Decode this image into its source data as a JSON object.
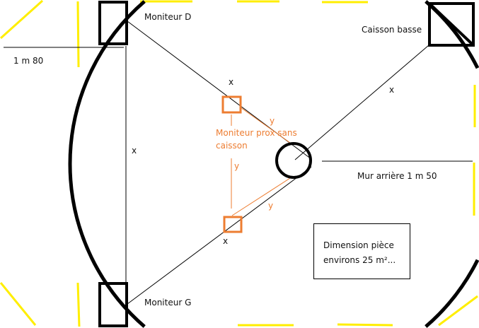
{
  "labels": {
    "monitor_right": "Moniteur D",
    "monitor_left": "Moniteur G",
    "subwoofer": "Caisson basse",
    "side_distance": "1 m 80",
    "rear_wall": "Mur arrière 1 m 50",
    "near_monitor_line1": "Moniteur prox sans",
    "near_monitor_line2": "caisson",
    "x_mark": "x",
    "y_mark": "y"
  },
  "note": {
    "line1": "Dimension pièce",
    "line2": "environs 25 m²..."
  },
  "colors": {
    "outline": "#000000",
    "near_monitor": "#ed7d31",
    "dash_marks": "#ffee00"
  }
}
